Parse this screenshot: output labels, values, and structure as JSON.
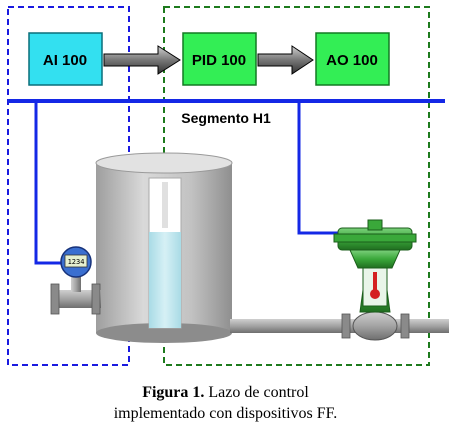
{
  "blocks": {
    "ai": "AI 100",
    "pid": "PID 100",
    "ao": "AO 100"
  },
  "segment_label": "Segmento H1",
  "meter_display": "1234",
  "caption": {
    "figure_label": "Figura 1.",
    "line1": "Lazo de control",
    "line2": "implementado con dispositivos FF."
  },
  "colors": {
    "ai_block": "#33e0f0",
    "pid_block": "#33ee55",
    "ao_block": "#33ee55",
    "bus": "#1428e6",
    "left_dashed_box": "#1a1ae0",
    "right_dashed_box": "#1d7a1d",
    "tank": "#c4c4c4",
    "liquid": "#bde6ee",
    "valve_actuator": "#3aa83a",
    "pipe": "#9a9a9a"
  }
}
